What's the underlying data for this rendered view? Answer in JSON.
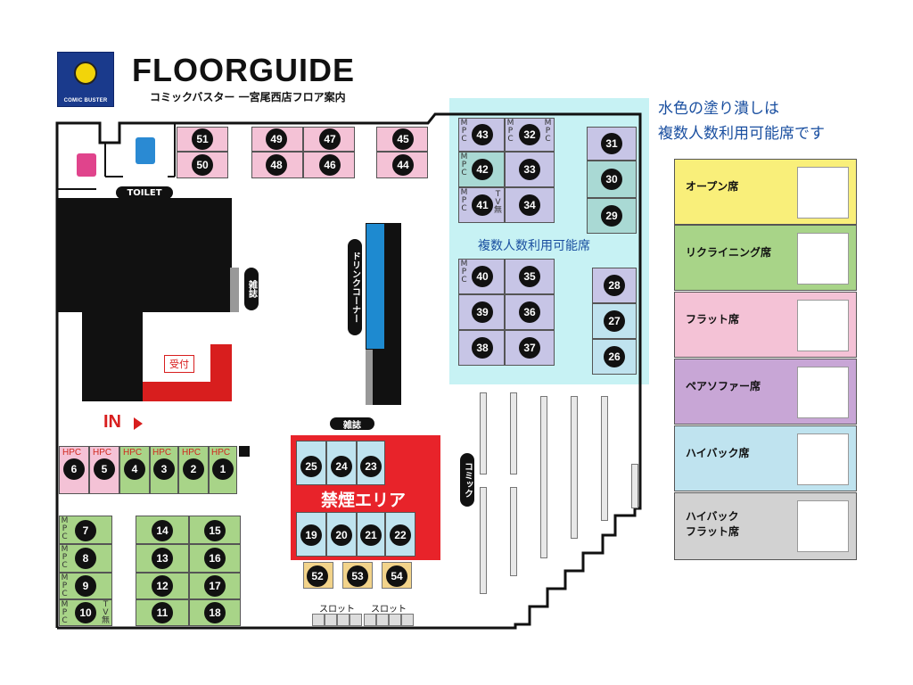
{
  "header": {
    "logo_text": "COMIC BUSTER",
    "title": "FLOORGUIDE",
    "subtitle": "コミックバスター 一宮尾西店フロア案内"
  },
  "note": {
    "line1": "水色の塗り潰しは",
    "line2": "複数人数利用可能席です"
  },
  "zone_label": "複数人数利用可能席",
  "labels": {
    "toilet": "TOILET",
    "reception": "受付",
    "entrance": "IN",
    "magazine": "雑誌",
    "magazine_side": "雑誌",
    "drink_corner": "ドリンクコーナー",
    "comic": "コミック",
    "smoking_area": "禁煙エリア",
    "slot1": "スロット",
    "slot2": "スロット",
    "hpc": "HPC",
    "mpc": "MPC",
    "tv_none": "TV無"
  },
  "seats": {
    "s51": "51",
    "s50": "50",
    "s49": "49",
    "s48": "48",
    "s47": "47",
    "s46": "46",
    "s45": "45",
    "s44": "44",
    "s43": "43",
    "s42": "42",
    "s41": "41",
    "s32": "32",
    "s33": "33",
    "s34": "34",
    "s31": "31",
    "s30": "30",
    "s29": "29",
    "s40": "40",
    "s39": "39",
    "s38": "38",
    "s35": "35",
    "s36": "36",
    "s37": "37",
    "s28": "28",
    "s27": "27",
    "s26": "26",
    "s6": "6",
    "s5": "5",
    "s4": "4",
    "s3": "3",
    "s2": "2",
    "s1": "1",
    "s7": "7",
    "s8": "8",
    "s9": "9",
    "s10": "10",
    "s14": "14",
    "s13": "13",
    "s12": "12",
    "s11": "11",
    "s15": "15",
    "s16": "16",
    "s17": "17",
    "s18": "18",
    "s25": "25",
    "s24": "24",
    "s23": "23",
    "s19": "19",
    "s20": "20",
    "s21": "21",
    "s22": "22",
    "s52": "52",
    "s53": "53",
    "s54": "54"
  },
  "legend": [
    {
      "label": "オープン席",
      "color": "#f9ef7a"
    },
    {
      "label": "リクライニング席",
      "color": "#a8d488"
    },
    {
      "label": "フラット席",
      "color": "#f4c2d6"
    },
    {
      "label": "ペアソファー席",
      "color": "#c8a6d6"
    },
    {
      "label": "ハイバック席",
      "color": "#bfe3ef"
    },
    {
      "label": "ハイバック\nフラット席",
      "color": "#d2d2d2"
    }
  ],
  "colors": {
    "cyan_zone": "#c7f2f4",
    "smoking_area": "#e8232a",
    "reception": "#d81e1e",
    "drink_blue": "#1e8ad0"
  }
}
